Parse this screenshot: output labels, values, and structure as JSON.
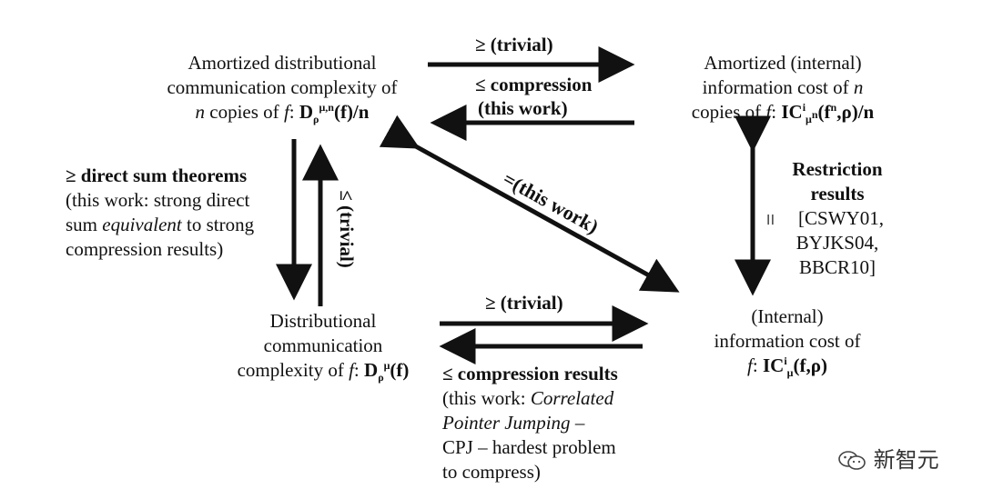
{
  "nodes": {
    "top_left": {
      "line1": "Amortized distributional",
      "line2": "communication complexity of",
      "line3_pre_n": "n",
      "line3_mid": " copies of ",
      "line3_f": "f",
      "line3_colon": ": ",
      "formula_base": "D",
      "formula_sub": "ρ",
      "formula_sup": "μ,n",
      "formula_rest": "(f)/n"
    },
    "top_right": {
      "line1": "Amortized (internal)",
      "line2_pre": "information cost of ",
      "line2_n": "n",
      "line3_pre": "copies of ",
      "line3_f": "f",
      "line3_colon": ": ",
      "formula_base": "IC",
      "formula_sup": "i",
      "formula_sub": "μ",
      "formula_subsup": "n",
      "formula_rest_open": "(f",
      "formula_rest_sup": "n",
      "formula_rest_close": ",ρ)/n"
    },
    "bottom_left": {
      "line1": "Distributional",
      "line2": "communication",
      "line3_pre": "complexity of ",
      "line3_f": "f",
      "line3_colon": ": ",
      "formula_base": "D",
      "formula_sub": "ρ",
      "formula_sup": "μ",
      "formula_rest": "(f)"
    },
    "bottom_right": {
      "line1": "(Internal)",
      "line2": "information cost of",
      "line3_f": "f",
      "line3_colon": ": ",
      "formula_base": "IC",
      "formula_sup": "i",
      "formula_sub": "μ",
      "formula_rest": "(f,ρ)"
    }
  },
  "edges": {
    "top_ge": "≥ (trivial)",
    "top_le_1": "≤ compression",
    "top_le_2": "(this work)",
    "left_ge_bold": "≥ direct sum theorems",
    "left_ge_2": "(this work: strong direct",
    "left_ge_3_pre": "sum ",
    "left_ge_3_it": "equivalent",
    "left_ge_3_post": " to strong",
    "left_ge_4": "compression results)",
    "left_le": "≤ (trivial)",
    "diag": "=(this work)",
    "right_eq": "=",
    "right_bold_1": "Restriction",
    "right_bold_2": "results",
    "right_ref_1": "[CSWY01,",
    "right_ref_2": "BYJKS04,",
    "right_ref_3": "BBCR10]",
    "bottom_ge": "≥ (trivial)",
    "bottom_le_bold": "≤ compression results",
    "bottom_le_2_pre": "(this work: ",
    "bottom_le_2_it": "Correlated",
    "bottom_le_3_it": "Pointer Jumping",
    "bottom_le_3_post": " –",
    "bottom_le_4": "CPJ – hardest problem",
    "bottom_le_5": "to compress)"
  },
  "watermark": "新智元",
  "colors": {
    "ink": "#111111",
    "background": "#ffffff"
  }
}
